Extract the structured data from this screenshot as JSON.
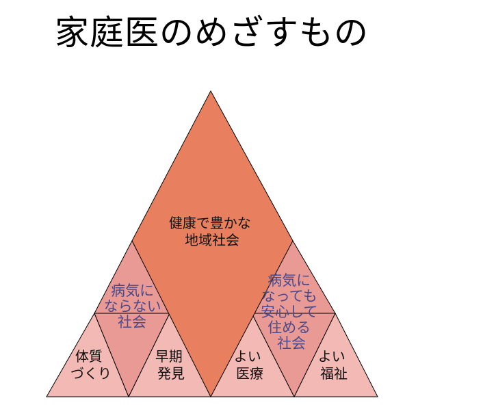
{
  "title": "家庭医のめざすもの",
  "colors": {
    "top": "#e8805f",
    "middle": "#e99a94",
    "bottom": "#f2b9b5",
    "outline": "#000000",
    "label_dark": "#111111",
    "label_blue": "#4a4a8c"
  },
  "regions": {
    "top": {
      "lines": [
        "健康で豊かな",
        "地域社会"
      ]
    },
    "mid_left": {
      "lines": [
        "病気に",
        "ならない",
        "社会"
      ]
    },
    "mid_right": {
      "lines": [
        "病気に",
        "なっても",
        "安心して",
        "住める",
        "社会"
      ]
    },
    "bottom_1": {
      "lines": [
        "体質",
        "づくり"
      ]
    },
    "bottom_2": {
      "lines": [
        "早期",
        "発見"
      ]
    },
    "bottom_3": {
      "lines": [
        "よい",
        "医療"
      ]
    },
    "bottom_4": {
      "lines": [
        "よい",
        "福祉"
      ]
    }
  }
}
